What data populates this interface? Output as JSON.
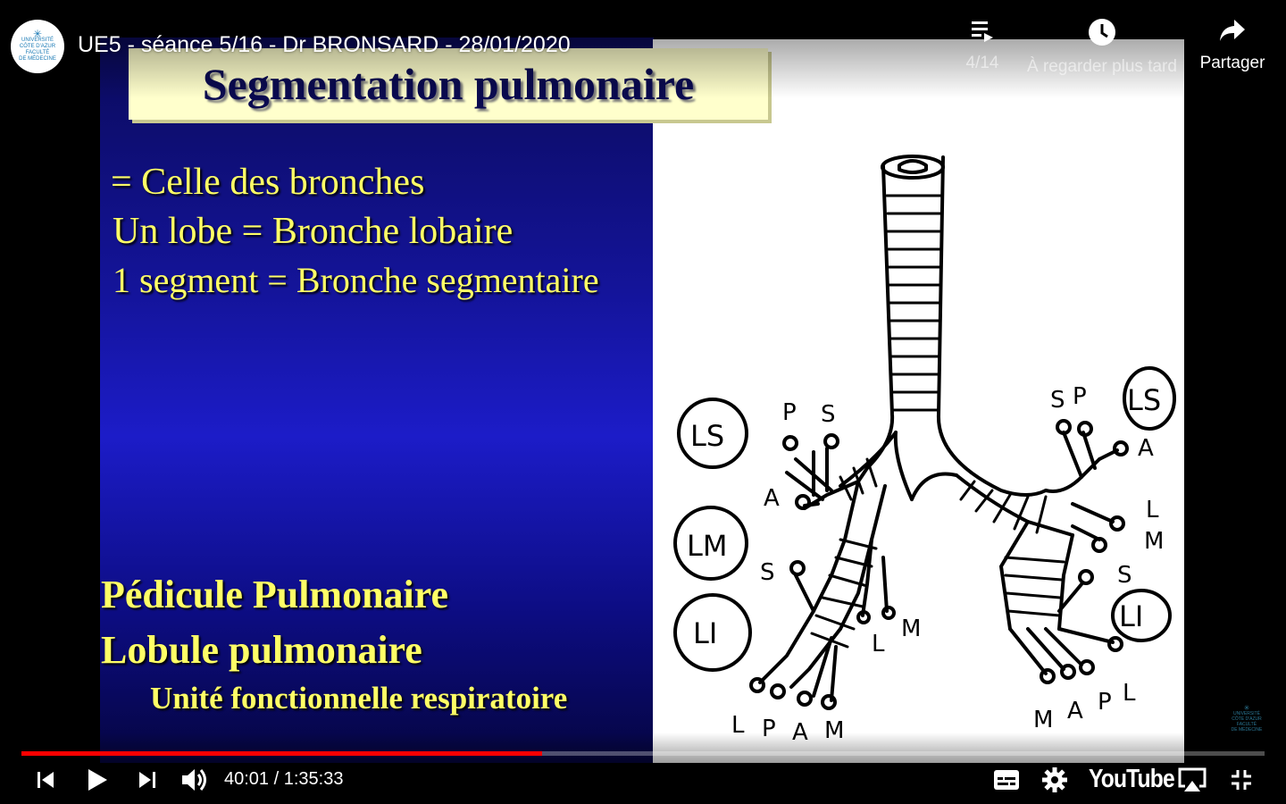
{
  "video": {
    "title": "UE5 - séance 5/16 - Dr BRONSARD - 28/01/2020",
    "channel_logo_lines": [
      "UNIVERSITÉ",
      "CÔTE D'AZUR",
      "FACULTÉ",
      "DE MÉDECINE"
    ]
  },
  "top_actions": {
    "playlist_label": "4/14",
    "watch_later_label": "À regarder plus tard",
    "share_label": "Partager"
  },
  "slide": {
    "title": "Segmentation pulmonaire",
    "line1": "= Celle des bronches",
    "line2": "Un lobe = Bronche lobaire",
    "line3": "1 segment = Bronche segmentaire",
    "line4": "Pédicule Pulmonaire",
    "line5": "Lobule pulmonaire",
    "line6": "Unité fonctionnelle respiratoire"
  },
  "drawing": {
    "left_lobes": [
      "LS",
      "LM",
      "LI"
    ],
    "right_lobes": [
      "LS",
      "LI"
    ],
    "left_labels": [
      "P",
      "S",
      "A",
      "S",
      "L",
      "M",
      "L",
      "P",
      "A",
      "M"
    ],
    "right_labels": [
      "S",
      "P",
      "A",
      "L",
      "M",
      "S",
      "M",
      "A",
      "P",
      "L"
    ]
  },
  "player": {
    "current_time": "40:01",
    "separator": " / ",
    "duration": "1:35:33",
    "progress_fraction": 0.419,
    "brand": "YouTube",
    "accent_color": "#ff0000"
  },
  "watermark_lines": [
    "UNIVERSITÉ",
    "CÔTE D'AZUR",
    "FACULTÉ",
    "DE MÉDECINE"
  ]
}
